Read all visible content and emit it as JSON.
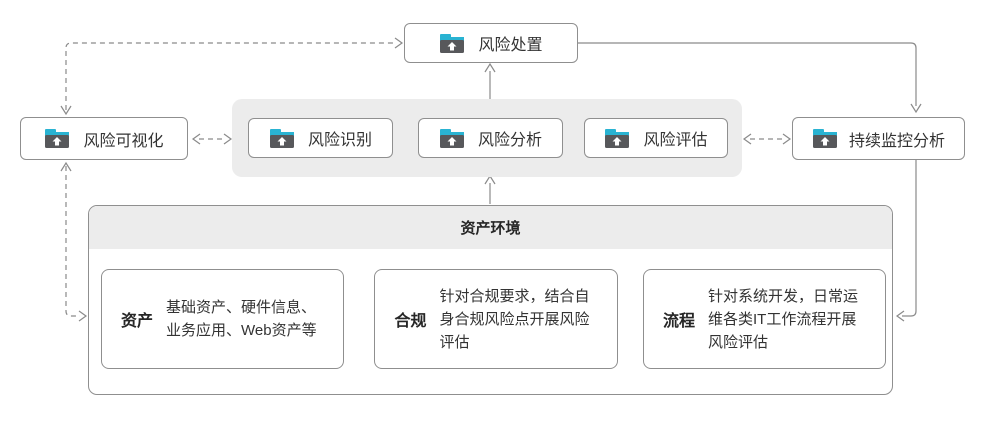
{
  "diagram": {
    "nodes": {
      "risk_disposal": "风险处置",
      "risk_visualization": "风险可视化",
      "risk_identification": "风险识别",
      "risk_analysis": "风险分析",
      "risk_evaluation": "风险评估",
      "continuous_monitoring": "持续监控分析"
    },
    "asset_environment": {
      "title": "资产环境",
      "items": [
        {
          "label": "资产",
          "desc": "基础资产、硬件信息、业务应用、Web资产等"
        },
        {
          "label": "合规",
          "desc": "针对合规要求，结合自身合规风险点开展风险评估"
        },
        {
          "label": "流程",
          "desc": "针对系统开发，日常运维各类IT工作流程开展风险评估"
        }
      ]
    },
    "icons": {
      "node_icon": "folder-upload-icon"
    },
    "colors": {
      "icon_cyan": "#29b3d2",
      "icon_gray": "#57585b",
      "line": "#8a8a8a",
      "band_bg": "#ececec"
    }
  }
}
